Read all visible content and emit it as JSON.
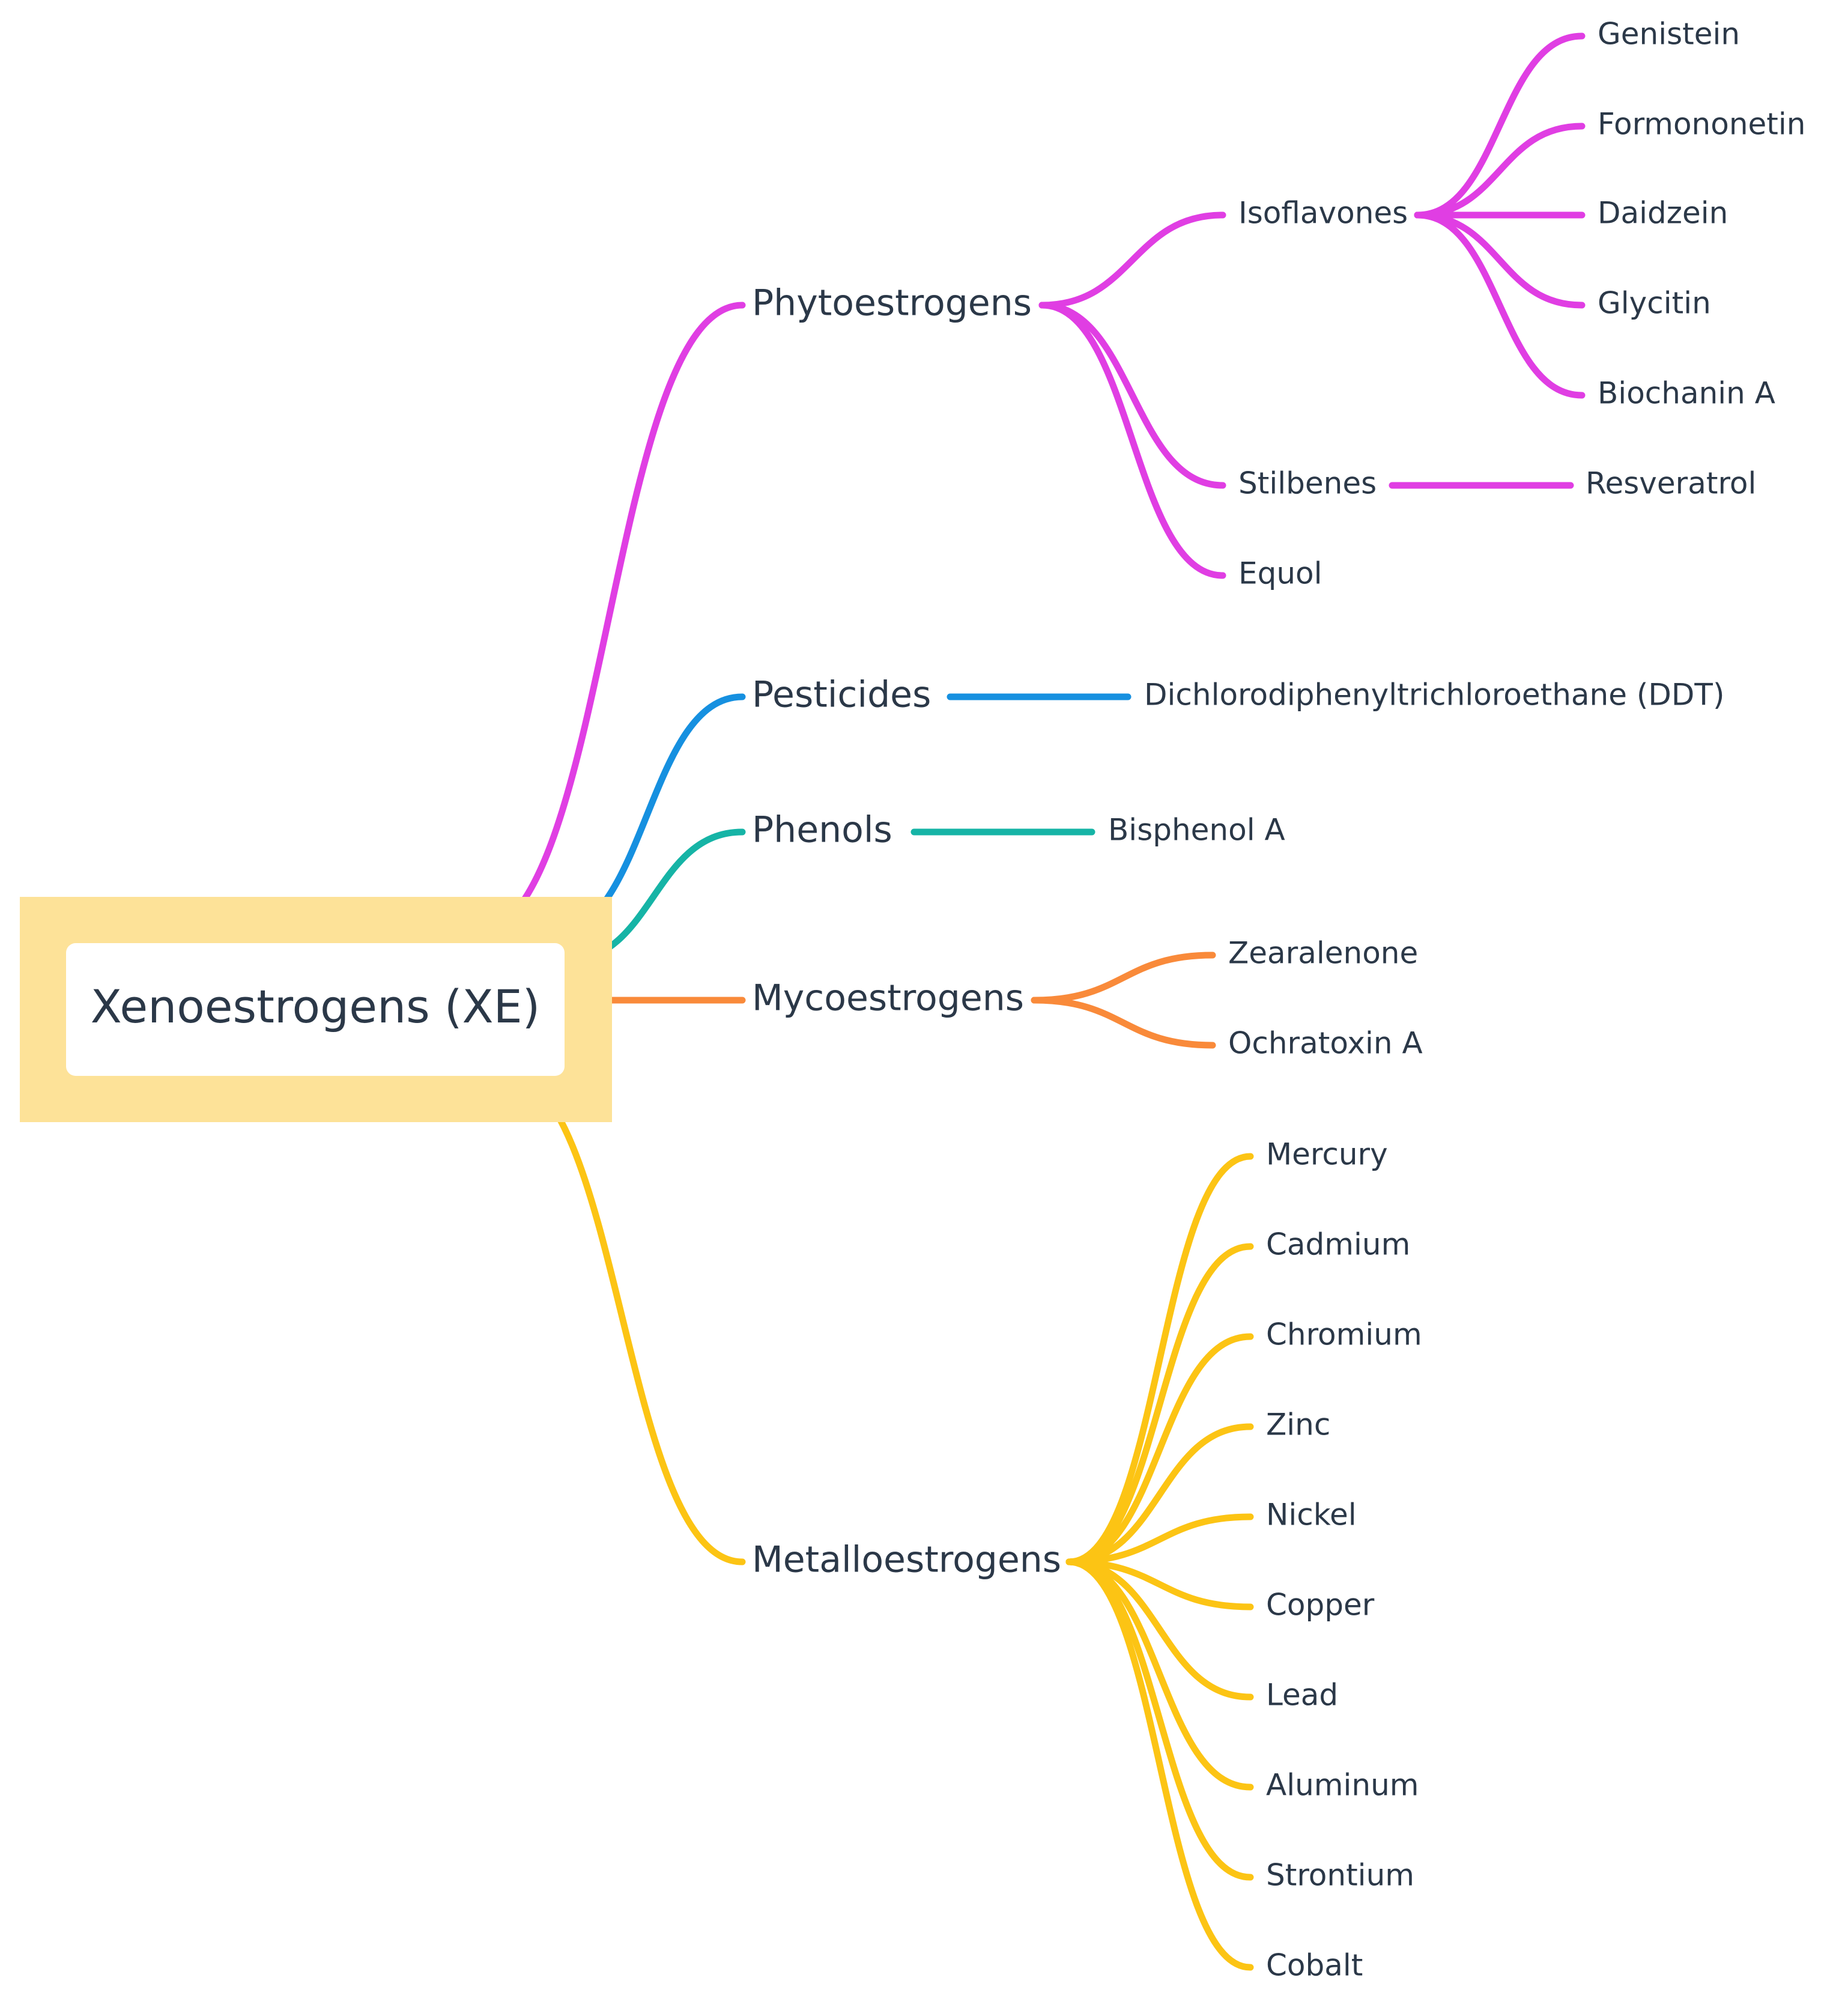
{
  "root": {
    "label": "Xenoestrogens (XE)",
    "highlight_color": "#fde298",
    "box_color": "#ffffff"
  },
  "branches": [
    {
      "label": "Phytoestrogens",
      "color": "#e03ee3",
      "children": [
        {
          "label": "Isoflavones",
          "children": [
            "Genistein",
            "Formononetin",
            "Daidzein",
            "Glycitin",
            "Biochanin A"
          ]
        },
        {
          "label": "Stilbenes",
          "children": [
            "Resveratrol"
          ]
        },
        {
          "label": "Equol",
          "children": []
        }
      ]
    },
    {
      "label": "Pesticides",
      "color": "#1690e0",
      "children": [
        {
          "label": "Dichlorodiphenyltrichloroethane (DDT)",
          "children": []
        }
      ]
    },
    {
      "label": "Phenols",
      "color": "#16b4a6",
      "children": [
        {
          "label": "Bisphenol A",
          "children": []
        }
      ]
    },
    {
      "label": "Mycoestrogens",
      "color": "#f98a3a",
      "children": [
        {
          "label": "Zearalenone",
          "children": []
        },
        {
          "label": "Ochratoxin A",
          "children": []
        }
      ]
    },
    {
      "label": "Metalloestrogens",
      "color": "#fcc414",
      "children": [
        {
          "label": "Mercury",
          "children": []
        },
        {
          "label": "Cadmium",
          "children": []
        },
        {
          "label": "Chromium",
          "children": []
        },
        {
          "label": "Zinc",
          "children": []
        },
        {
          "label": "Nickel",
          "children": []
        },
        {
          "label": "Copper",
          "children": []
        },
        {
          "label": "Lead",
          "children": []
        },
        {
          "label": "Aluminum",
          "children": []
        },
        {
          "label": "Strontium",
          "children": []
        },
        {
          "label": "Cobalt",
          "children": []
        }
      ]
    }
  ]
}
